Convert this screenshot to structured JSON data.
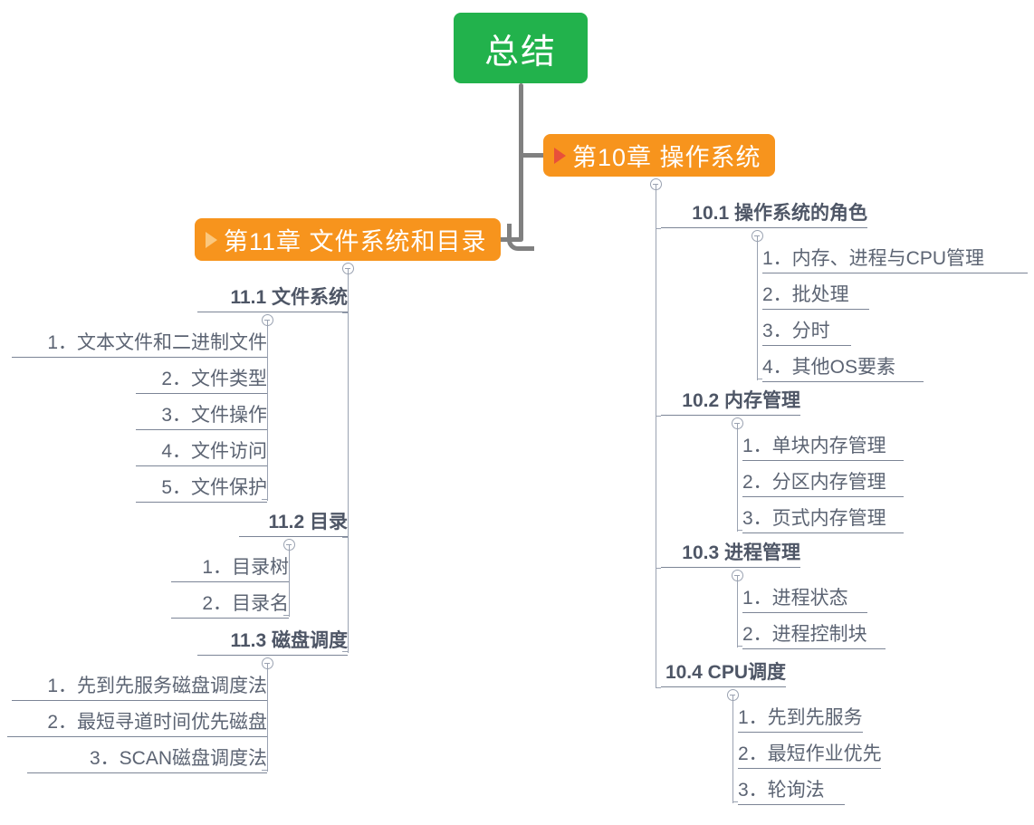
{
  "root": {
    "label": "总结",
    "color": "#22b24c"
  },
  "accent": {
    "chapter_color": "#f7941d",
    "marker_color": "#e8503a",
    "line_color": "#9aa2b1",
    "text_color": "#5c6473"
  },
  "chapters": [
    {
      "id": "ch10",
      "label": "第10章 操作系统",
      "marker": "triangle-collapsed-icon",
      "sections": [
        {
          "label": "10.1 操作系统的角色",
          "items": [
            "1．内存、进程与CPU管理",
            "2．批处理",
            "3．分时",
            "4．其他OS要素"
          ]
        },
        {
          "label": "10.2 内存管理",
          "items": [
            "1．单块内存管理",
            "2．分区内存管理",
            "3．页式内存管理"
          ]
        },
        {
          "label": "10.3 进程管理",
          "items": [
            "1．进程状态",
            "2．进程控制块"
          ]
        },
        {
          "label": "10.4 CPU调度",
          "items": [
            "1．先到先服务",
            "2．最短作业优先",
            "3．轮询法"
          ]
        }
      ]
    },
    {
      "id": "ch11",
      "label": "第11章 文件系统和目录",
      "marker": "triangle-collapsed-icon",
      "sections": [
        {
          "label": "11.1 文件系统",
          "items": [
            "1．文本文件和二进制文件",
            "2．文件类型",
            "3．文件操作",
            "4．文件访问",
            "5．文件保护"
          ]
        },
        {
          "label": "11.2 目录",
          "items": [
            "1．目录树",
            "2．目录名"
          ]
        },
        {
          "label": "11.3 磁盘调度",
          "items": [
            "1．先到先服务磁盘调度法",
            "2．最短寻道时间优先磁盘",
            "3．SCAN磁盘调度法"
          ]
        }
      ]
    }
  ]
}
